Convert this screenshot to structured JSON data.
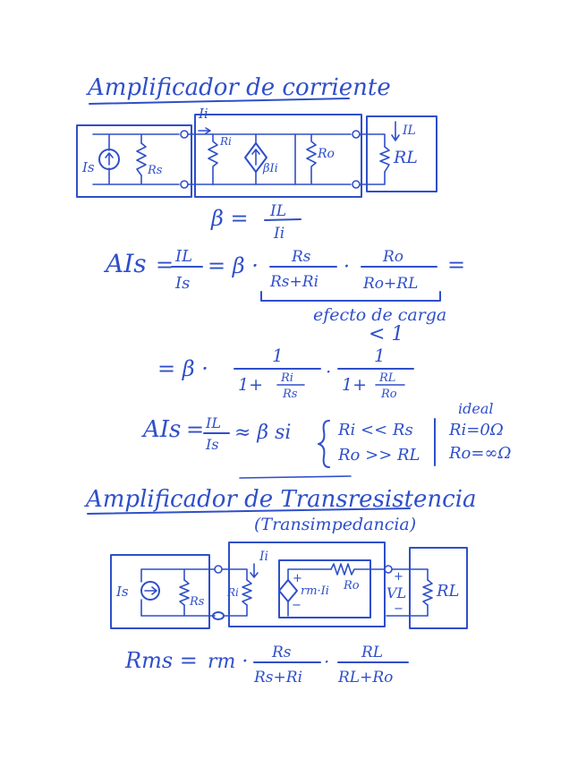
{
  "section1": {
    "title": "Amplificador de corriente",
    "labels": {
      "Ii_top": "Ii",
      "IL": "IL",
      "Is": "Is",
      "Rs": "Rs",
      "Ri": "Ri",
      "beta_Ii": "βIi",
      "Ro": "Ro",
      "RL": "RL"
    },
    "beta_lhs": "β =",
    "beta_num": "IL",
    "beta_den": "Ii",
    "AIs_lhs": "AIs",
    "eq": "=",
    "frac_IL": "IL",
    "frac_Is": "Is",
    "beta_dot": "= β ·",
    "f1_num": "Rs",
    "f1_den": "Rs+Ri",
    "dot": "·",
    "f2_num": "Ro",
    "f2_den": "Ro+RL",
    "eq_end": "=",
    "note_line1": "efecto de carga",
    "note_line2": "< 1",
    "line2_prefix": "= β ·",
    "g1_num": "1",
    "g1_den_a": "1+",
    "g1_den_num": "Ri",
    "g1_den_den": "Rs",
    "g2_num": "1",
    "g2_den_a": "1+",
    "g2_den_num": "RL",
    "g2_den_den": "Ro",
    "approx_lhs": "AIs",
    "approx_rhs": "≈ β  si",
    "cond1": "Ri << Rs",
    "cond2": "Ro >> RL",
    "ideal_title": "ideal",
    "ideal1": "Ri=0Ω",
    "ideal2": "Ro=∞Ω"
  },
  "section2": {
    "title": "Amplificador de Transresistencia",
    "subtitle": "(Transimpedancia)",
    "labels": {
      "Is": "Is",
      "Rs": "Rs",
      "Ri": "Ri",
      "Ii": "Ii",
      "rmIi": "rm·Ii",
      "Ro": "Ro",
      "VL": "VL",
      "RL": "RL",
      "plus1": "+",
      "minus1": "−",
      "plus2": "+",
      "minus2": "−"
    },
    "rm_lhs": "Rms =",
    "rm_coef": "rm ·",
    "h1_num": "Rs",
    "h1_den": "Rs+Ri",
    "dot": "·",
    "h2_num": "RL",
    "h2_den": "RL+Ro"
  }
}
